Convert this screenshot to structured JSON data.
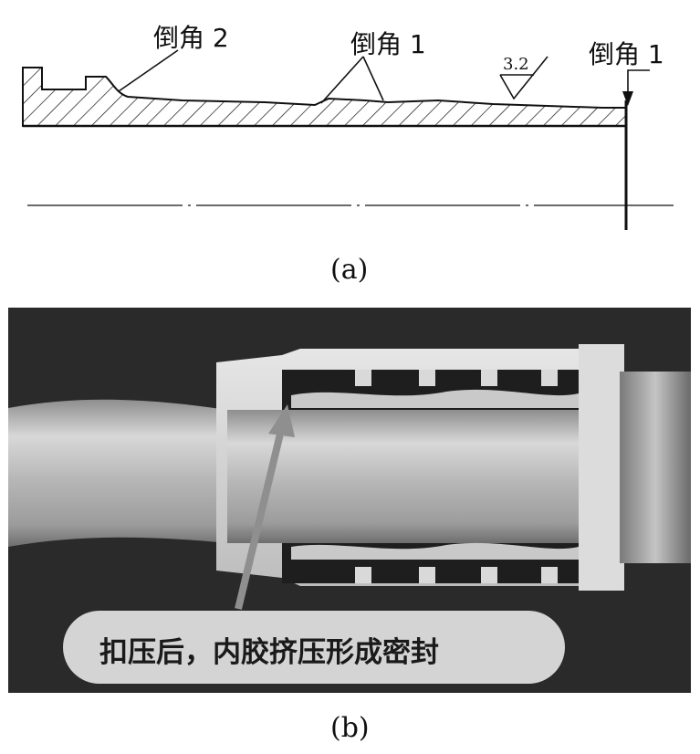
{
  "figure_a": {
    "label_chamfer2": "倒角 2",
    "label_chamfer1_mid": "倒角 1",
    "label_chamfer1_right": "倒角 1",
    "roughness": "3.2",
    "caption": "(a)"
  },
  "figure_b": {
    "callout": "扣压后，内胶挤压形成密封",
    "caption": "(b)"
  }
}
